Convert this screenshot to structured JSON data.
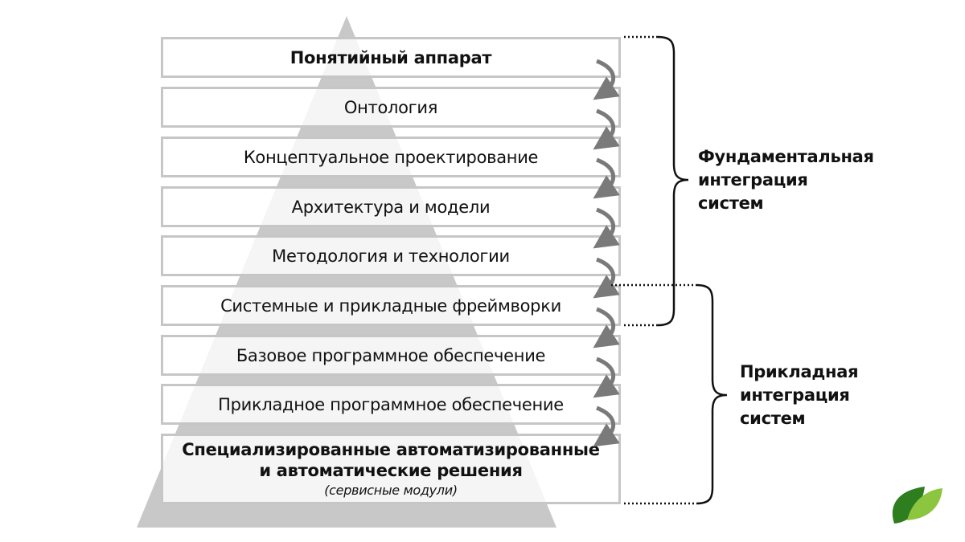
{
  "layers": [
    {
      "label": "Понятийный аппарат",
      "bold": true
    },
    {
      "label": "Онтология",
      "bold": false
    },
    {
      "label": "Концептуальное проектирование",
      "bold": false
    },
    {
      "label": "Архитектура и модели",
      "bold": false
    },
    {
      "label": "Методология и технологии",
      "bold": false
    },
    {
      "label": "Системные и прикладные фреймворки",
      "bold": false
    },
    {
      "label": "Базовое программное обеспечение",
      "bold": false
    },
    {
      "label": "Прикладное программное обеспечение",
      "bold": false
    },
    {
      "label": "Специализированные автоматизированные",
      "label2": "и автоматические решения",
      "sublabel": "(сервисные модули)",
      "bold": true
    }
  ],
  "groups": {
    "fundamental": {
      "lines": [
        "Фундаментальная",
        "интеграция",
        "систем"
      ]
    },
    "applied": {
      "lines": [
        "Прикладная",
        "интеграция",
        "систем"
      ]
    }
  },
  "colors": {
    "pyramid": "#c8c8c8",
    "box_border": "#c6c6c6",
    "arrow": "#7a7a7a",
    "bracket": "#111111",
    "logo_dark": "#2e7d1e",
    "logo_light": "#8cc63f"
  },
  "icons": {
    "logo": "leaf-logo-icon",
    "arrow": "curved-arrow-icon"
  }
}
